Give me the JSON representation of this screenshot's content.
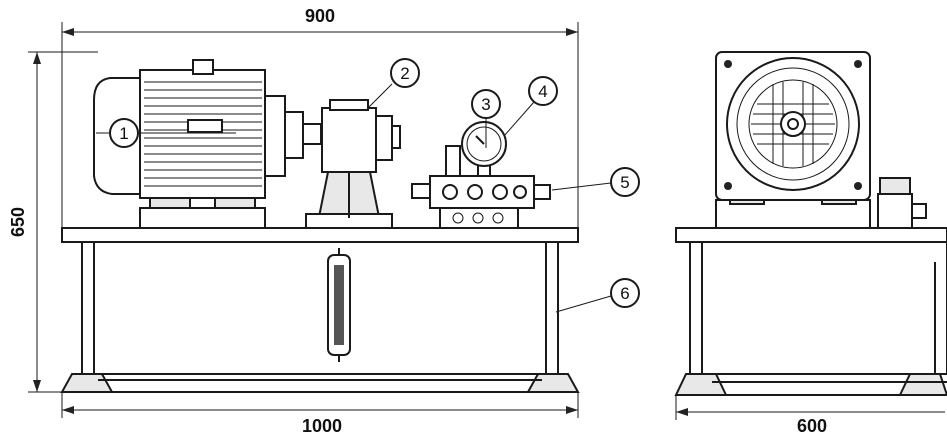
{
  "dimensions": {
    "top_width": "900",
    "height": "650",
    "base_width": "1000",
    "side_width": "600"
  },
  "callouts": [
    "1",
    "2",
    "3",
    "4",
    "5",
    "6"
  ]
}
